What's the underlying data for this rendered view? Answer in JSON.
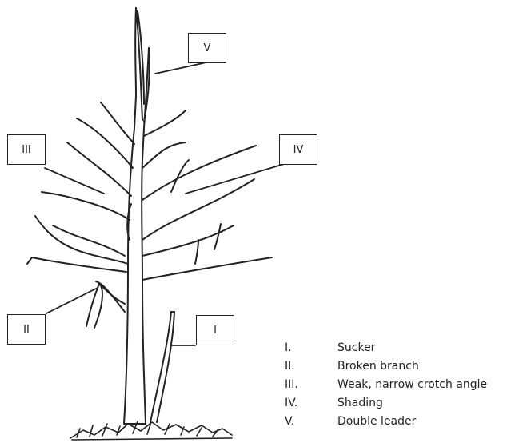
{
  "diagram": {
    "labels": {
      "V": "V",
      "IV": "IV",
      "III": "III",
      "II": "II",
      "I": "I"
    },
    "legend": [
      {
        "num": "I.",
        "text": "Sucker"
      },
      {
        "num": "II.",
        "text": "Broken branch"
      },
      {
        "num": "III.",
        "text": "Weak, narrow crotch angle"
      },
      {
        "num": "IV.",
        "text": "Shading"
      },
      {
        "num": "V.",
        "text": "Double leader"
      }
    ],
    "colors": {
      "ink": "#222222",
      "background": "#ffffff"
    }
  }
}
